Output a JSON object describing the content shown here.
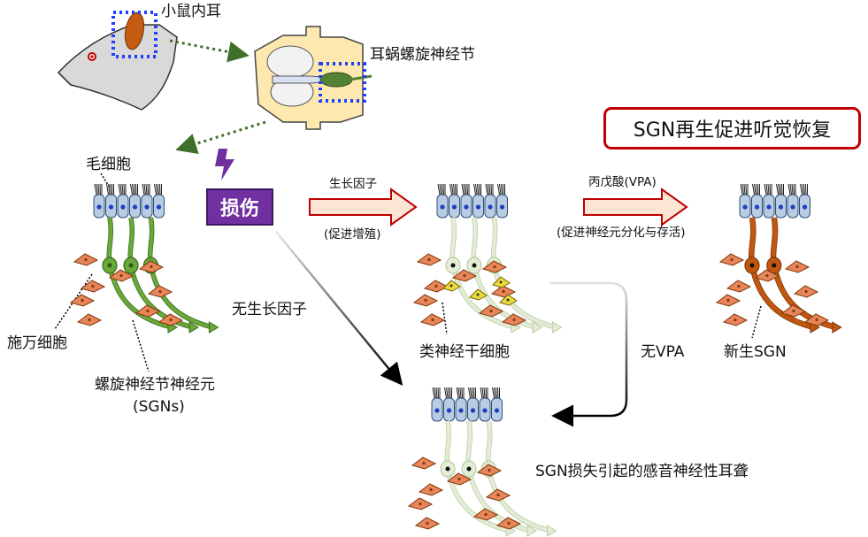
{
  "labels": {
    "mouse_inner_ear": "小鼠内耳",
    "spiral_ganglion": "耳蜗螺旋神经节",
    "hair_cell": "毛细胞",
    "schwann_cell": "施万细胞",
    "sgn_line1": "螺旋神经节神经元",
    "sgn_line2": "(SGNs)",
    "injury": "损伤",
    "growth_factor": "生长因子",
    "promote_proliferation": "(促进增殖)",
    "no_growth_factor": "无生长因子",
    "neural_stem_like": "类神经干细胞",
    "vpa": "丙戊酸(VPA)",
    "vpa_effect": "(促进神经元分化与存活)",
    "no_vpa": "无VPA",
    "new_sgn": "新生SGN",
    "regeneration_box": "SGN再生促进听觉恢复",
    "hearing_loss": "SGN损失引起的感音神经性耳聋"
  },
  "colors": {
    "injury_fill": "#7030a0",
    "box_border": "#c00000",
    "healthy_neuron": "#6aa83a",
    "faded_neuron": "#e3edd6",
    "new_neuron": "#c0560f",
    "schwann": "#e8855a",
    "hair_cell": "#b8cce4",
    "stem_cell": "#e6dc3c",
    "arrow_fill": "#fde5d6",
    "arrow_stroke": "#c00000",
    "dotted_arrow": "#3f6f2b",
    "highlight_dots": "#1f3fff"
  }
}
